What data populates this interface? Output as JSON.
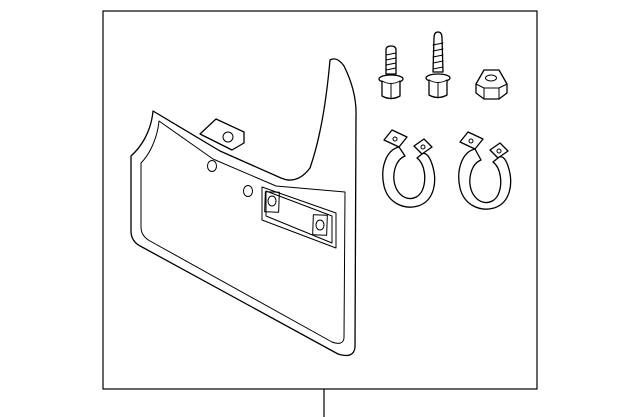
{
  "diagram": {
    "parts": [
      {
        "id": "mud-flap",
        "icon": "mud-flap-icon"
      },
      {
        "id": "bolt-short",
        "icon": "bolt-icon"
      },
      {
        "id": "bolt-long",
        "icon": "bolt-icon"
      },
      {
        "id": "flange-nut",
        "icon": "nut-icon"
      },
      {
        "id": "clamp-left",
        "icon": "clamp-icon"
      },
      {
        "id": "clamp-right",
        "icon": "clamp-icon"
      }
    ],
    "colors": {
      "line": "#000000",
      "background": "#ffffff"
    }
  }
}
